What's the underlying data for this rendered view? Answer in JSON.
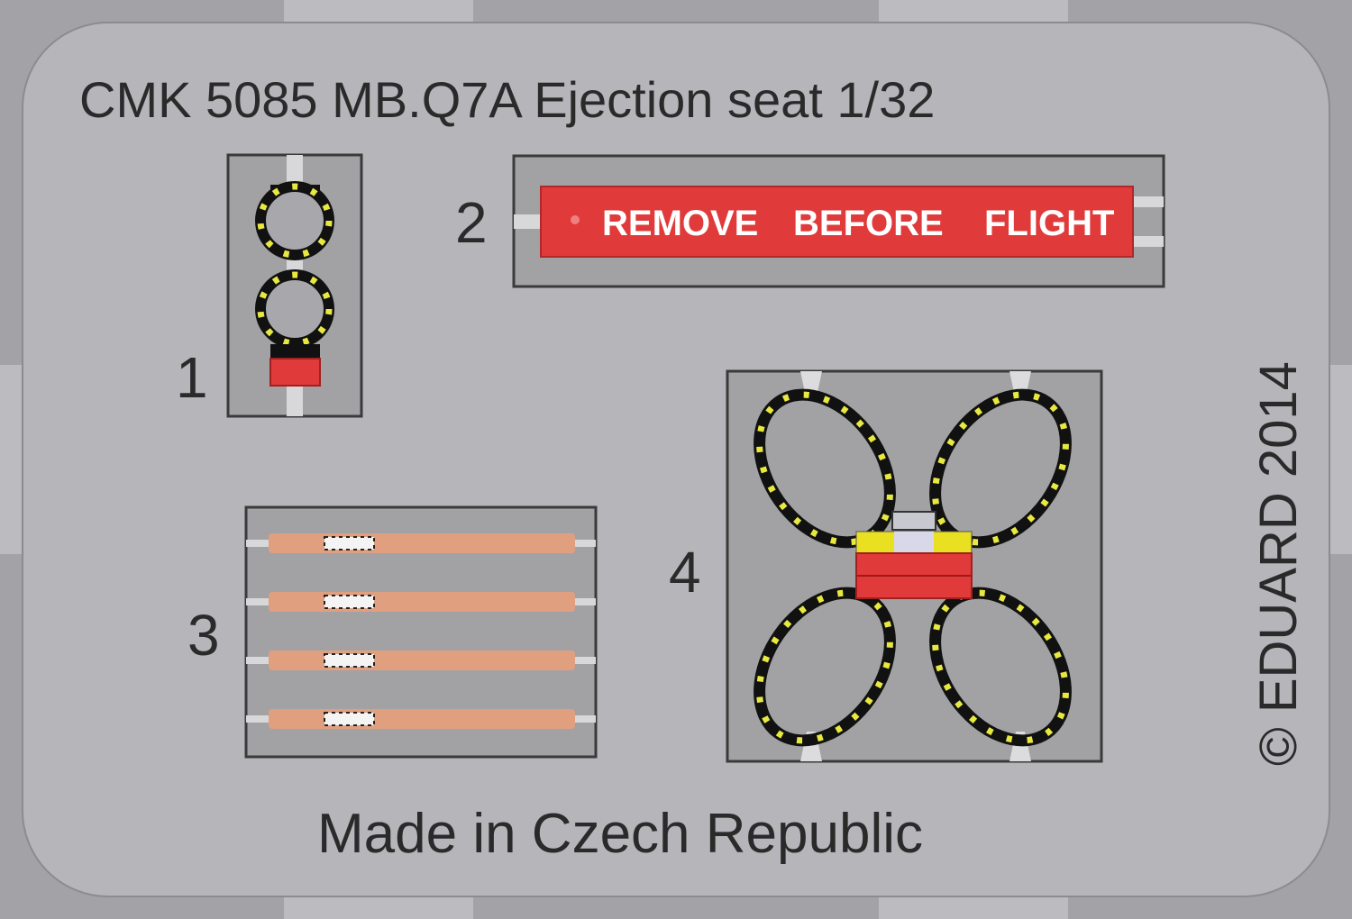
{
  "title": "CMK 5085  MB.Q7A Ejection seat 1/32",
  "footer": "Made in Czech Republic",
  "copyright": "© EDUARD 2014",
  "parts": [
    {
      "number": "1"
    },
    {
      "number": "2"
    },
    {
      "number": "3"
    },
    {
      "number": "4"
    }
  ],
  "tag": {
    "words": [
      "REMOVE",
      "BEFORE",
      "FLIGHT"
    ]
  },
  "colors": {
    "fret": "#b6b6ba",
    "panel": "#a2a2a4",
    "tag_red": "#e03a3a",
    "belt": "#e0a080",
    "yellow": "#e8e840"
  }
}
